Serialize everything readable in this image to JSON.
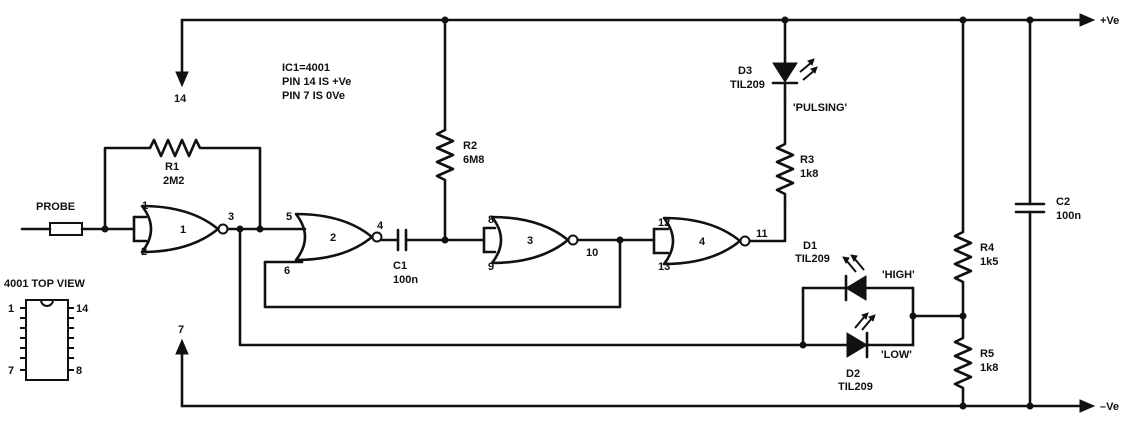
{
  "rails": {
    "positive": "+Ve",
    "negative": "–Ve"
  },
  "ic_note": [
    "IC1=4001",
    "PIN 14 IS +Ve",
    "PIN 7 IS 0Ve"
  ],
  "supply_pins": {
    "top": "14",
    "bottom": "7"
  },
  "probe_label": "PROBE",
  "components": {
    "r1": {
      "ref": "R1",
      "value": "2M2"
    },
    "r2": {
      "ref": "R2",
      "value": "6M8"
    },
    "r3": {
      "ref": "R3",
      "value": "1k8"
    },
    "r4": {
      "ref": "R4",
      "value": "1k5"
    },
    "r5": {
      "ref": "R5",
      "value": "1k8"
    },
    "c1": {
      "ref": "C1",
      "value": "100n"
    },
    "c2": {
      "ref": "C2",
      "value": "100n"
    },
    "d1": {
      "ref": "D1",
      "value": "TIL209",
      "tag": "'HIGH'"
    },
    "d2": {
      "ref": "D2",
      "value": "TIL209",
      "tag": "'LOW'"
    },
    "d3": {
      "ref": "D3",
      "value": "TIL209",
      "tag": "'PULSING'"
    }
  },
  "gates": [
    {
      "number": "1",
      "pin_in_a": "1",
      "pin_in_b": "2",
      "pin_out": "3"
    },
    {
      "number": "2",
      "pin_in_a": "5",
      "pin_in_b": "6",
      "pin_out": "4"
    },
    {
      "number": "3",
      "pin_in_a": "8",
      "pin_in_b": "9",
      "pin_out": "10"
    },
    {
      "number": "4",
      "pin_in_a": "12",
      "pin_in_b": "13",
      "pin_out": "11"
    }
  ],
  "top_view": {
    "title": "4001 TOP VIEW",
    "pins": [
      "1",
      "14",
      "7",
      "8"
    ]
  }
}
